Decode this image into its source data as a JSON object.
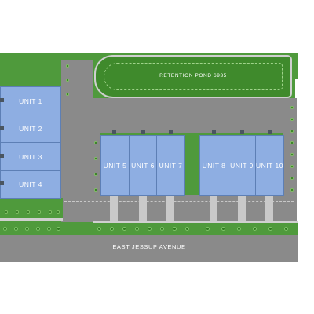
{
  "map": {
    "pond_label": "RETENTION POND 6935",
    "street_label": "EAST JESSUP AVENUE",
    "units": [
      {
        "id": "unit-1",
        "label": "UNIT 1"
      },
      {
        "id": "unit-2",
        "label": "UNIT 2"
      },
      {
        "id": "unit-3",
        "label": "UNIT 3"
      },
      {
        "id": "unit-4",
        "label": "UNIT 4"
      },
      {
        "id": "unit-5",
        "label": "UNIT 5"
      },
      {
        "id": "unit-6",
        "label": "UNIT 6"
      },
      {
        "id": "unit-7",
        "label": "UNIT 7"
      },
      {
        "id": "unit-8",
        "label": "UNIT 8"
      },
      {
        "id": "unit-9",
        "label": "UNIT 9"
      },
      {
        "id": "unit-10",
        "label": "UNIT 10"
      }
    ],
    "colors": {
      "lawn": "#4f9a3c",
      "pond": "#3f8a2c",
      "parking": "#8a8a8a",
      "street": "#8a8a8a",
      "building_roof": "#8eaee2",
      "trees": "#2f7a1f"
    }
  }
}
